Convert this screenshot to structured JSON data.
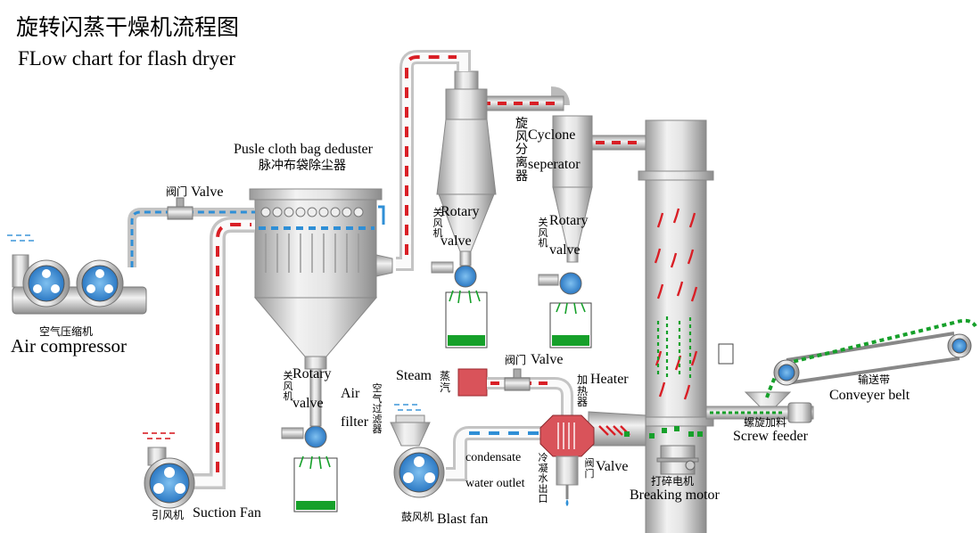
{
  "title_cn": "旋转闪蒸干燥机流程图",
  "title_en": "FLow chart for flash dryer",
  "labels": {
    "pulse_en": "Pusle cloth bag deduster",
    "pulse_cn": "脉冲布袋除尘器",
    "valve_top_cn": "阀门",
    "valve_top_en": "Valve",
    "air_comp_cn": "空气压缩机",
    "air_comp_en": "Air compressor",
    "rot1_cn": "关风机",
    "rot1_en1": "Rotary",
    "rot1_en2": "valve",
    "rot2_cn": "关风机",
    "rot2_en1": "Rotary",
    "rot2_en2": "valve",
    "cyclone_cn": "旋风分离器",
    "cyclone_en1": "Cyclone",
    "cyclone_en2": "seperator",
    "rot3_cn": "关风机",
    "rot3_en1": "Rotary",
    "rot3_en2": "valve",
    "air_en1": "Air",
    "air_en2": "filter",
    "air_filter_cn": "空气过滤器",
    "steam_en": "Steam",
    "steam_cn": "蒸汽",
    "valve_mid_cn": "阀门",
    "valve_mid_en": "Valve",
    "heater_cn": "加热器",
    "heater_en": "Heater",
    "suction_cn": "引风机",
    "suction_en": "Suction Fan",
    "condensate1": "condensate",
    "condensate2": "water outlet",
    "cond_cn": "冷凝水出口",
    "valve_bot_cn": "阀门",
    "valve_bot_en": "Valve",
    "blast_cn": "鼓风机",
    "blast_en": "Blast fan",
    "break_cn": "打碎电机",
    "break_en": "Breaking motor",
    "screw_cn": "螺旋加料",
    "screw_en": "Screw feeder",
    "belt_cn": "输送带",
    "belt_en": "Conveyer belt"
  },
  "colors": {
    "pipe_dash_hot": "#d91f26",
    "pipe_dash_air": "#2f8fd6",
    "product_green": "#16a02a",
    "fan_blue": "#3d8fd8",
    "steel_light": "#eeeeee",
    "steel_dark": "#9a9a9a"
  }
}
